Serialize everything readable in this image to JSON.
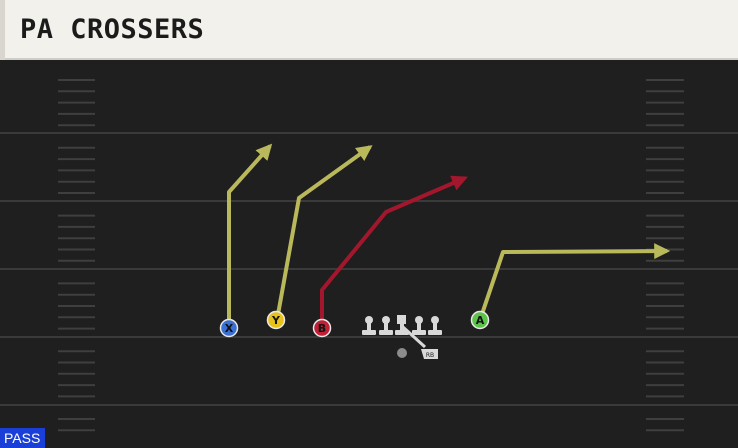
{
  "play": {
    "title": "PA CROSSERS",
    "type_badge": "PASS"
  },
  "players": [
    {
      "label": "X",
      "color": "#3b6fd4"
    },
    {
      "label": "Y",
      "color": "#e8c21a"
    },
    {
      "label": "B",
      "color": "#c01f36"
    },
    {
      "label": "A",
      "color": "#5cc24a"
    },
    {
      "label": "RB",
      "color": "#d9d9d9"
    }
  ],
  "colors": {
    "route_primary": "#b9b85a",
    "route_highlight": "#a3172d",
    "field_bg": "#1f1f1f",
    "yard_line": "#3a3a3a",
    "hash_mark": "#3f3f3f",
    "badge": "#1a3fd8"
  }
}
